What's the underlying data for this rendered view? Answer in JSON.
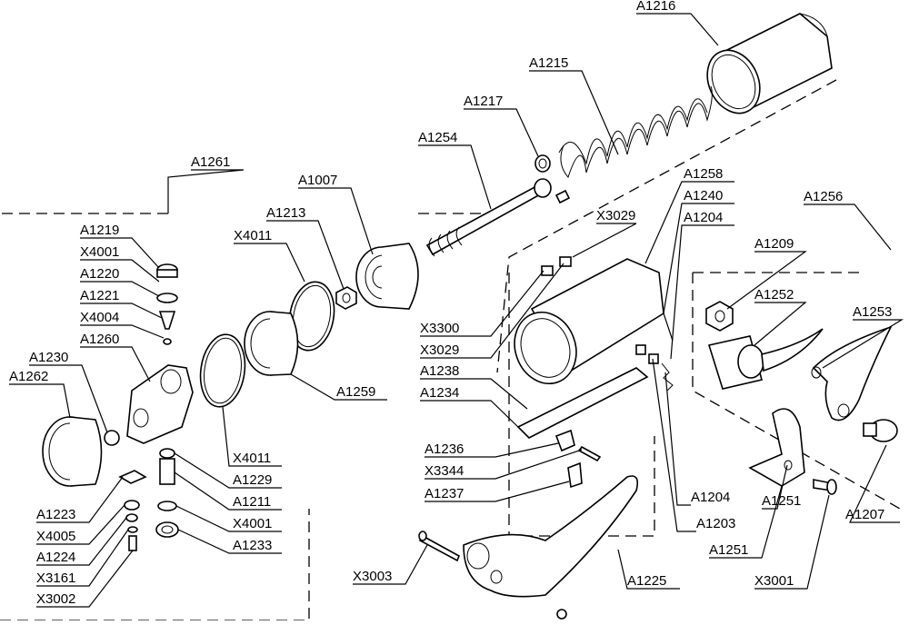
{
  "labels": {
    "A1216": "A1216",
    "A1215": "A1215",
    "A1217": "A1217",
    "A1254": "A1254",
    "A1261": "A1261",
    "A1007": "A1007",
    "A1213": "A1213",
    "X4011a": "X4011",
    "A1219": "A1219",
    "X4001a": "X4001",
    "A1220": "A1220",
    "A1221": "A1221",
    "X4004": "X4004",
    "A1260": "A1260",
    "A1230": "A1230",
    "A1262": "A1262",
    "A1259": "A1259",
    "X4011b": "X4011",
    "A1229": "A1229",
    "A1211": "A1211",
    "X4001b": "X4001",
    "A1233": "A1233",
    "A1223": "A1223",
    "X4005": "X4005",
    "A1224": "A1224",
    "X3161": "X3161",
    "X3002": "X3002",
    "A1258": "A1258",
    "A1240": "A1240",
    "A1204a": "A1204",
    "X3029a": "X3029",
    "A1209": "A1209",
    "A1256": "A1256",
    "A1252": "A1252",
    "A1253": "A1253",
    "X3300": "X3300",
    "X3029b": "X3029",
    "A1238": "A1238",
    "A1234": "A1234",
    "A1236": "A1236",
    "X3344": "X3344",
    "A1237": "A1237",
    "A1204b": "A1204",
    "A1203": "A1203",
    "A1251": "A1251",
    "X3001": "X3001",
    "A1207": "A1207",
    "X3003": "X3003",
    "A1225": "A1225"
  }
}
